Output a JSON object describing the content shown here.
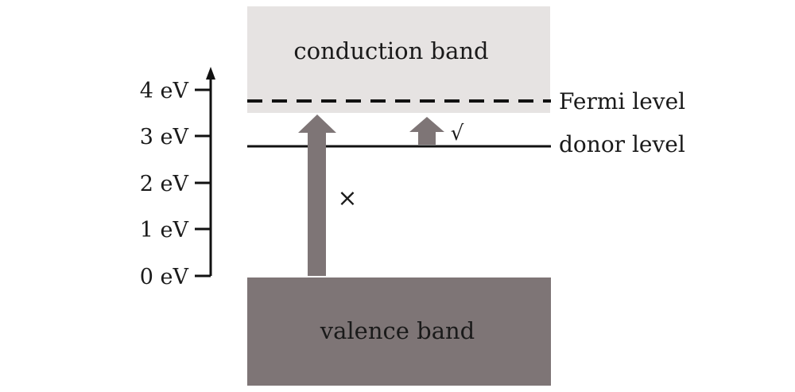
{
  "bands": {
    "conduction": {
      "label": "conduction band",
      "color": "#e6e3e2"
    },
    "valence": {
      "label": "valence band",
      "color": "#7e7576"
    }
  },
  "levels": {
    "fermi": {
      "label": "Fermi level",
      "style": "dashed"
    },
    "donor": {
      "label": "donor level",
      "style": "solid"
    }
  },
  "axis": {
    "ticks": [
      "4 eV",
      "3 eV",
      "2 eV",
      "1 eV",
      "0 eV"
    ]
  },
  "transitions": {
    "valence_to_conduction": {
      "mark": "×",
      "color": "#7e7576"
    },
    "donor_to_conduction": {
      "mark": "√",
      "color": "#7e7576"
    }
  }
}
